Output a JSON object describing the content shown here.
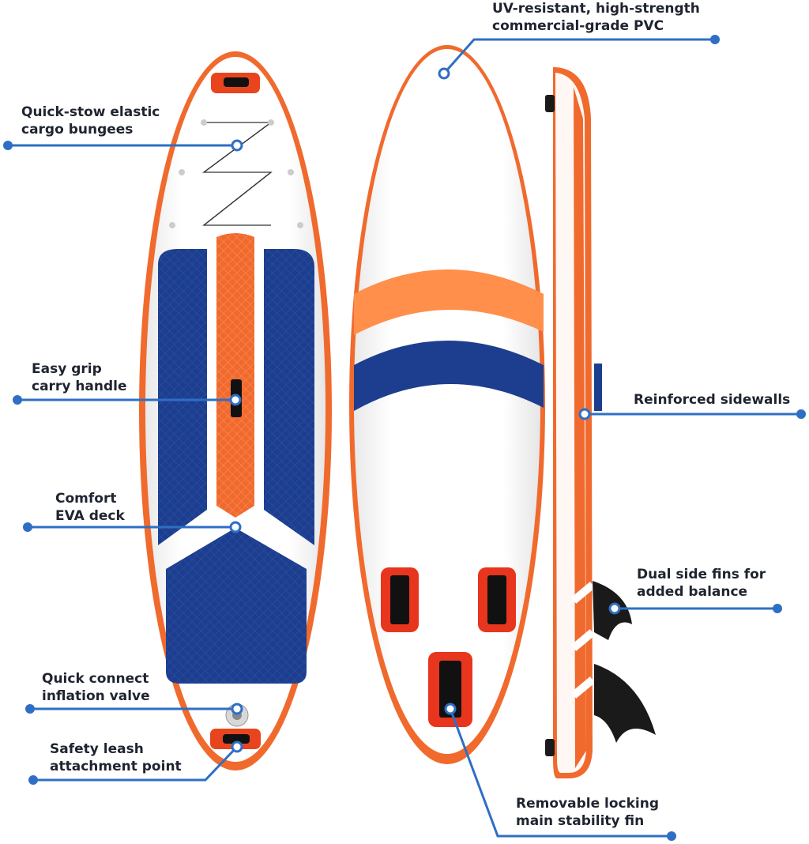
{
  "colors": {
    "orange": "#F06A2E",
    "orange_light": "#FF8F4A",
    "navy": "#1D3E8F",
    "callout_blue": "#2E6FC5",
    "board_white": "#FAFAFA",
    "text": "#1f2430"
  },
  "callouts": {
    "bungees": {
      "line1": "Quick-stow elastic",
      "line2": "cargo bungees"
    },
    "handle": {
      "line1": "Easy grip",
      "line2": "carry handle"
    },
    "deck": {
      "line1": "Comfort",
      "line2": "EVA deck"
    },
    "valve": {
      "line1": "Quick connect",
      "line2": "inflation valve"
    },
    "leash": {
      "line1": "Safety leash",
      "line2": "attachment point"
    },
    "pvc": {
      "line1": "UV-resistant, high-strength",
      "line2": "commercial-grade PVC"
    },
    "sidewalls": {
      "line1": "Reinforced sidewalls"
    },
    "side_fins": {
      "line1": "Dual side fins for",
      "line2": "added balance"
    },
    "main_fin": {
      "line1": "Removable locking",
      "line2": "main stability fin"
    }
  }
}
